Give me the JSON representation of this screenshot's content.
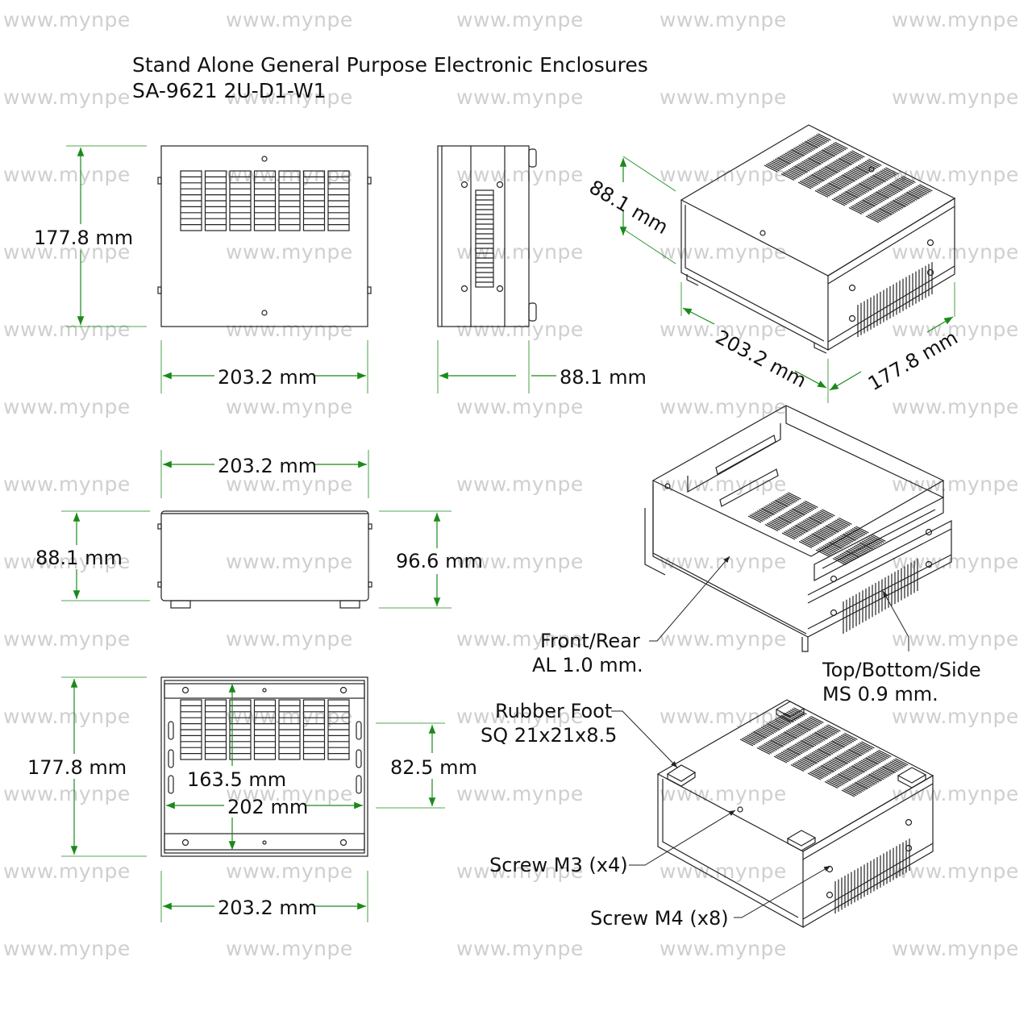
{
  "title": {
    "line1": "Stand Alone General Purpose Electronic Enclosures",
    "line2": "SA-9621 2U-D1-W1"
  },
  "watermark": "www.mynpe",
  "dimensions": {
    "top_view_height": "177.8 mm",
    "top_view_width": "203.2 mm",
    "side_view_depth": "88.1 mm",
    "front_width_top": "203.2 mm",
    "front_height": "88.1 mm",
    "front_height_with_feet": "96.6 mm",
    "bottom_height": "177.8 mm",
    "bottom_inner_height": "163.5 mm",
    "bottom_inner_width": "202 mm",
    "bottom_side_height": "82.5 mm",
    "bottom_width": "203.2 mm",
    "iso_height": "88.1 mm",
    "iso_width": "203.2 mm",
    "iso_depth": "177.8 mm"
  },
  "notes": {
    "front_rear_line1": "Front/Rear",
    "front_rear_line2": "AL 1.0 mm.",
    "panels_line1": "Top/Bottom/Side",
    "panels_line2": "MS 0.9 mm.",
    "rubber_foot_line1": "Rubber Foot",
    "rubber_foot_line2": "SQ 21x21x8.5",
    "screw_m3": "Screw M3 (x4)",
    "screw_m4": "Screw M4 (x8)"
  },
  "colors": {
    "dimension_line": "#1a8a1a",
    "drawing_line": "#222222",
    "watermark": "#cfcfcf"
  }
}
